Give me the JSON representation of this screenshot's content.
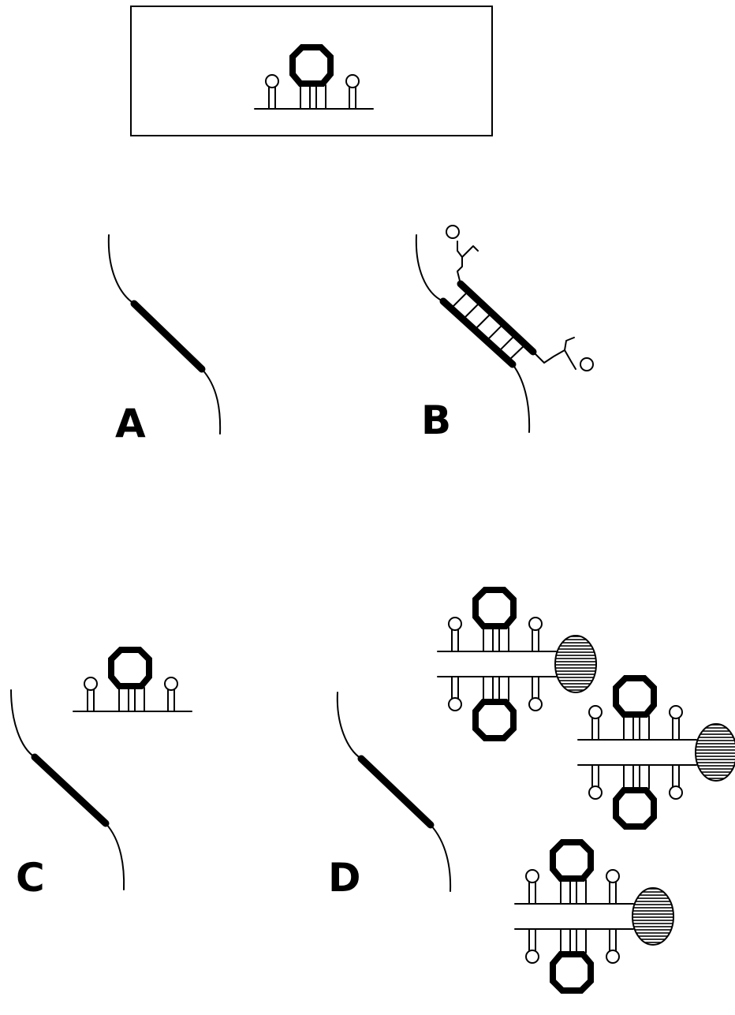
{
  "panels": [
    {
      "id": "A",
      "label": "A"
    },
    {
      "id": "B",
      "label": "B"
    },
    {
      "id": "C",
      "label": "C"
    },
    {
      "id": "D",
      "label": "D"
    }
  ],
  "colors": {
    "ink": "#000000",
    "paper": "#ffffff"
  }
}
